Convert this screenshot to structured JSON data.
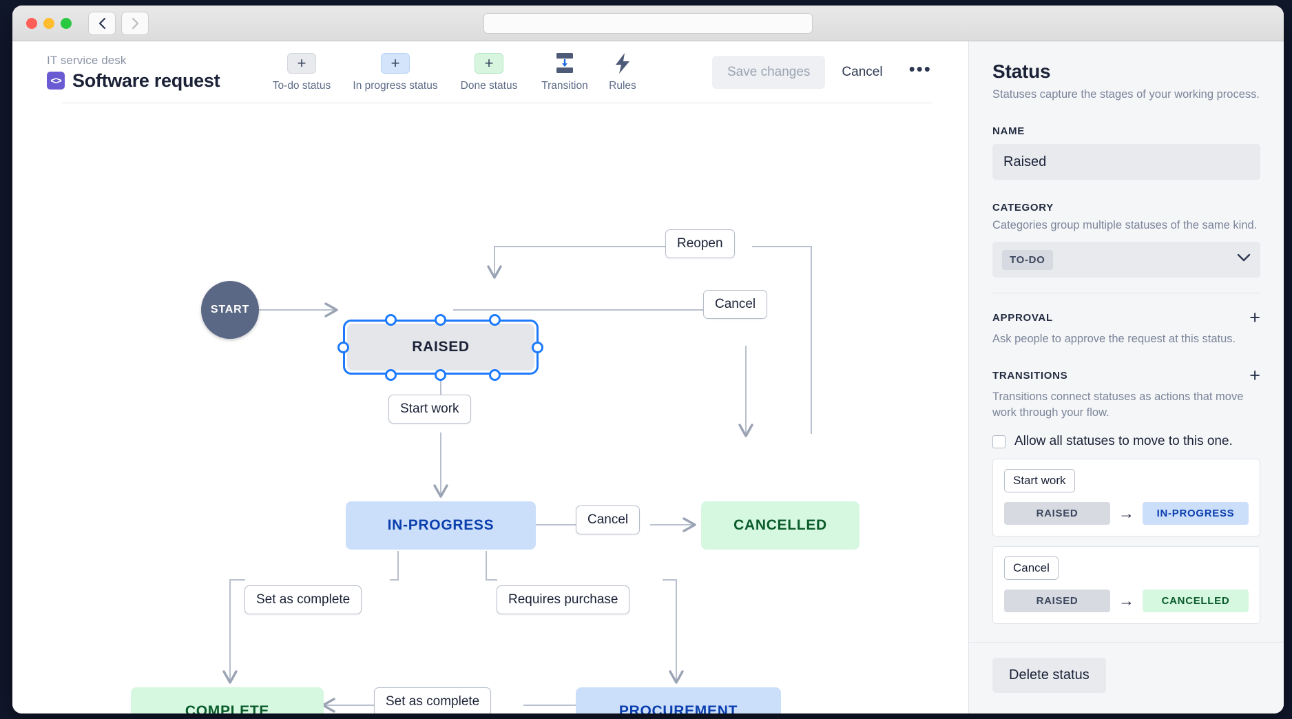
{
  "window": {
    "traffic_lights": [
      "close",
      "minimize",
      "zoom"
    ],
    "back_icon": "chevron-left-icon",
    "forward_icon": "chevron-right-icon",
    "address_value": ""
  },
  "header": {
    "breadcrumb": "IT service desk",
    "project_icon": "<>",
    "title": "Software request"
  },
  "toolbar": {
    "tools": [
      {
        "label": "To-do status",
        "glyph": "+",
        "variant": "todo",
        "icon": "plus-icon"
      },
      {
        "label": "In progress status",
        "glyph": "+",
        "variant": "prog",
        "icon": "plus-icon"
      },
      {
        "label": "Done status",
        "glyph": "+",
        "variant": "done",
        "icon": "plus-icon"
      }
    ],
    "transition_label": "Transition",
    "transition_icon": "transition-icon",
    "rules_label": "Rules",
    "rules_icon": "lightning-bolt-icon",
    "save_label": "Save changes",
    "cancel_label": "Cancel",
    "more_label": "•••"
  },
  "canvas": {
    "start_label": "START",
    "nodes": [
      {
        "id": "raised",
        "label": "RAISED",
        "category": "todo",
        "selected": true
      },
      {
        "id": "in-progress",
        "label": "IN-PROGRESS",
        "category": "progress",
        "selected": false
      },
      {
        "id": "cancelled",
        "label": "CANCELLED",
        "category": "done",
        "selected": false
      },
      {
        "id": "complete",
        "label": "COMPLETE",
        "category": "done",
        "selected": false
      },
      {
        "id": "procurement",
        "label": "PROCUREMENT",
        "category": "progress",
        "selected": false
      }
    ],
    "edge_labels": [
      {
        "id": "reopen",
        "text": "Reopen"
      },
      {
        "id": "cancel-raised",
        "text": "Cancel"
      },
      {
        "id": "start-work",
        "text": "Start work"
      },
      {
        "id": "cancel-progress",
        "text": "Cancel"
      },
      {
        "id": "set-complete-left",
        "text": "Set as complete"
      },
      {
        "id": "requires-purchase",
        "text": "Requires purchase"
      },
      {
        "id": "set-complete-bottom",
        "text": "Set as complete"
      }
    ]
  },
  "panel": {
    "title": "Status",
    "subtitle": "Statuses capture the stages of your working process.",
    "name_label": "NAME",
    "name_value": "Raised",
    "category_label": "CATEGORY",
    "category_desc": "Categories group multiple statuses of the same kind.",
    "category_value": "TO-DO",
    "chevron_icon": "chevron-down-icon",
    "approval_label": "APPROVAL",
    "approval_desc": "Ask people to approve the request at this status.",
    "approval_add_icon": "plus-icon",
    "transitions_label": "TRANSITIONS",
    "transitions_desc": "Transitions connect statuses as actions that move work through your flow.",
    "transitions_add_icon": "plus-icon",
    "allow_all_label": "Allow all statuses to move to this one.",
    "allow_all_checked": false,
    "transitions": [
      {
        "name": "Start work",
        "from": "RAISED",
        "from_variant": "lz-todo",
        "arrow": "→",
        "to": "IN-PROGRESS",
        "to_variant": "lz-prog"
      },
      {
        "name": "Cancel",
        "from": "RAISED",
        "from_variant": "lz-todo",
        "arrow": "→",
        "to": "CANCELLED",
        "to_variant": "lz-done"
      }
    ],
    "delete_label": "Delete status"
  },
  "colors": {
    "accent_blue": "#1d7afc",
    "todo_bg": "#e4e6ea",
    "progress_bg": "#ccdffa",
    "progress_text": "#0b3fae",
    "done_bg": "#d6f7e0",
    "done_text": "#0a5c2b",
    "start_node": "#5a6785",
    "project_icon": "#6b5bd2"
  }
}
